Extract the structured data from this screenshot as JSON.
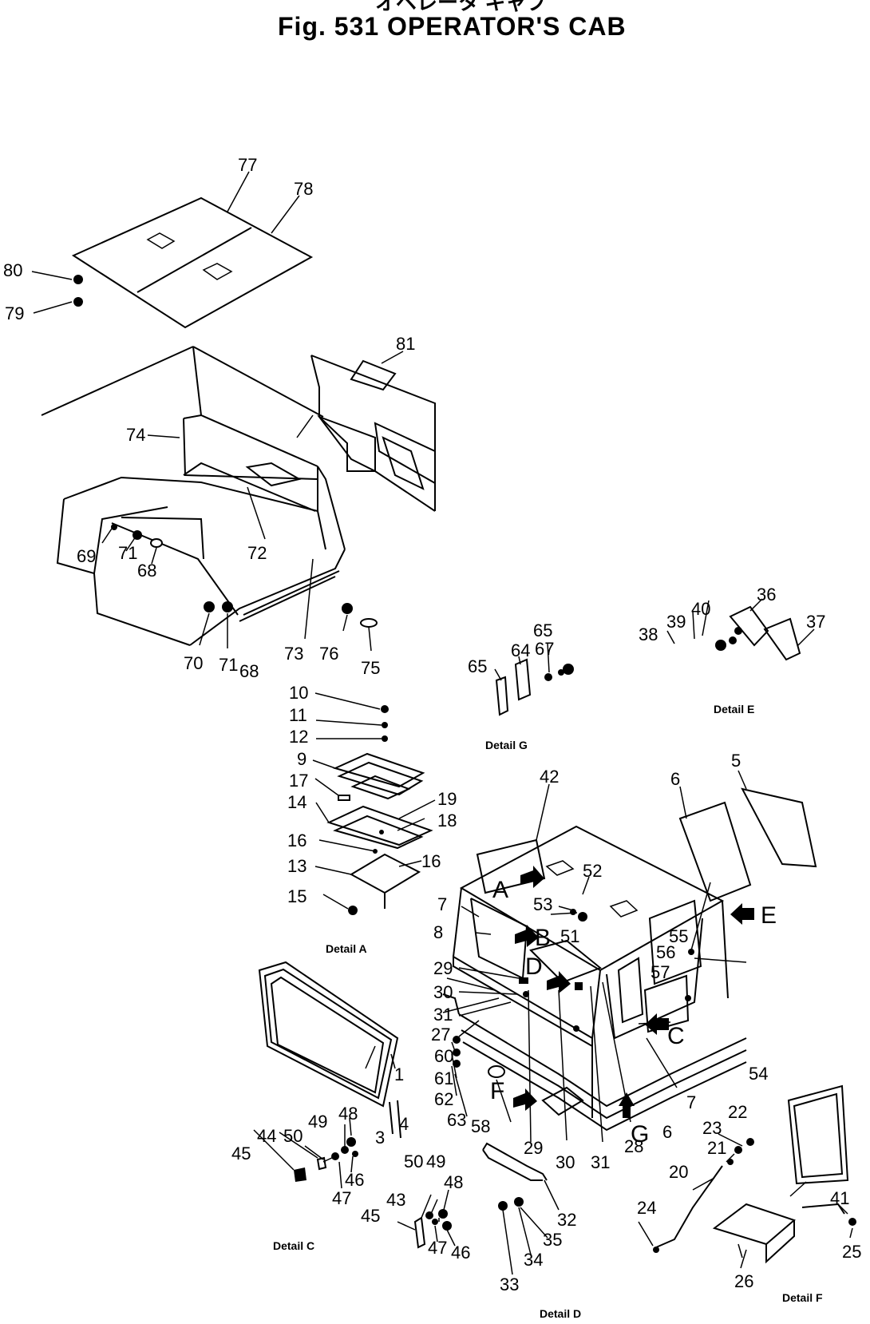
{
  "figure": {
    "japanese_title": "オペレータ キャブ",
    "title": "Fig. 531   OPERATOR'S CAB"
  },
  "part_numbers": [
    "1",
    "3",
    "4",
    "5",
    "6",
    "6",
    "7",
    "7",
    "8",
    "9",
    "10",
    "11",
    "12",
    "13",
    "14",
    "15",
    "16",
    "16",
    "17",
    "18",
    "19",
    "20",
    "21",
    "22",
    "23",
    "24",
    "25",
    "26",
    "27",
    "28",
    "29",
    "29",
    "30",
    "30",
    "31",
    "31",
    "32",
    "33",
    "34",
    "35",
    "36",
    "37",
    "38",
    "39",
    "40",
    "41",
    "42",
    "43",
    "44",
    "45",
    "45",
    "46",
    "46",
    "47",
    "47",
    "48",
    "48",
    "49",
    "49",
    "50",
    "50",
    "51",
    "52",
    "53",
    "54",
    "55",
    "56",
    "57",
    "58",
    "60",
    "61",
    "62",
    "63",
    "64",
    "65",
    "65",
    "67",
    "68",
    "68",
    "69",
    "70",
    "71",
    "71",
    "72",
    "73",
    "74",
    "75",
    "76",
    "77",
    "78",
    "79",
    "80",
    "81"
  ],
  "view_markers": [
    "A",
    "B",
    "C",
    "D",
    "E",
    "F",
    "G"
  ],
  "detail_labels": [
    "Detail A",
    "Detail C",
    "Detail D",
    "Detail E",
    "Detail F",
    "Detail G"
  ]
}
